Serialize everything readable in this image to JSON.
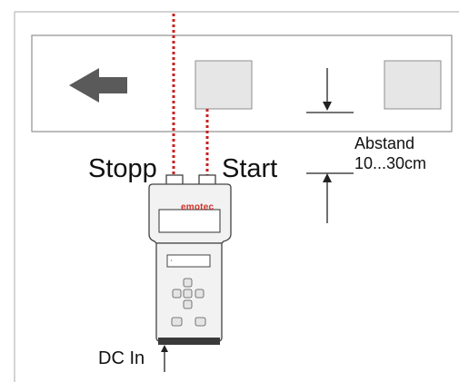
{
  "labels": {
    "stopp": "Stopp",
    "start": "Start",
    "abstand": "Abstand",
    "distance_range": "10...30cm",
    "dc_in": "DC In"
  },
  "device": {
    "brand": "emotec"
  },
  "icons": {
    "direction": "arrow-left-icon",
    "buttons": [
      "up-icon",
      "down-icon",
      "left-icon",
      "right-icon"
    ]
  },
  "colors": {
    "beam": "#cc1f1f",
    "arrow": "#5a5a5a",
    "panel": "#e6e6e6",
    "frame": "#8f8f8f",
    "device_body": "#f2f2f2",
    "brand": "#d0342c"
  }
}
